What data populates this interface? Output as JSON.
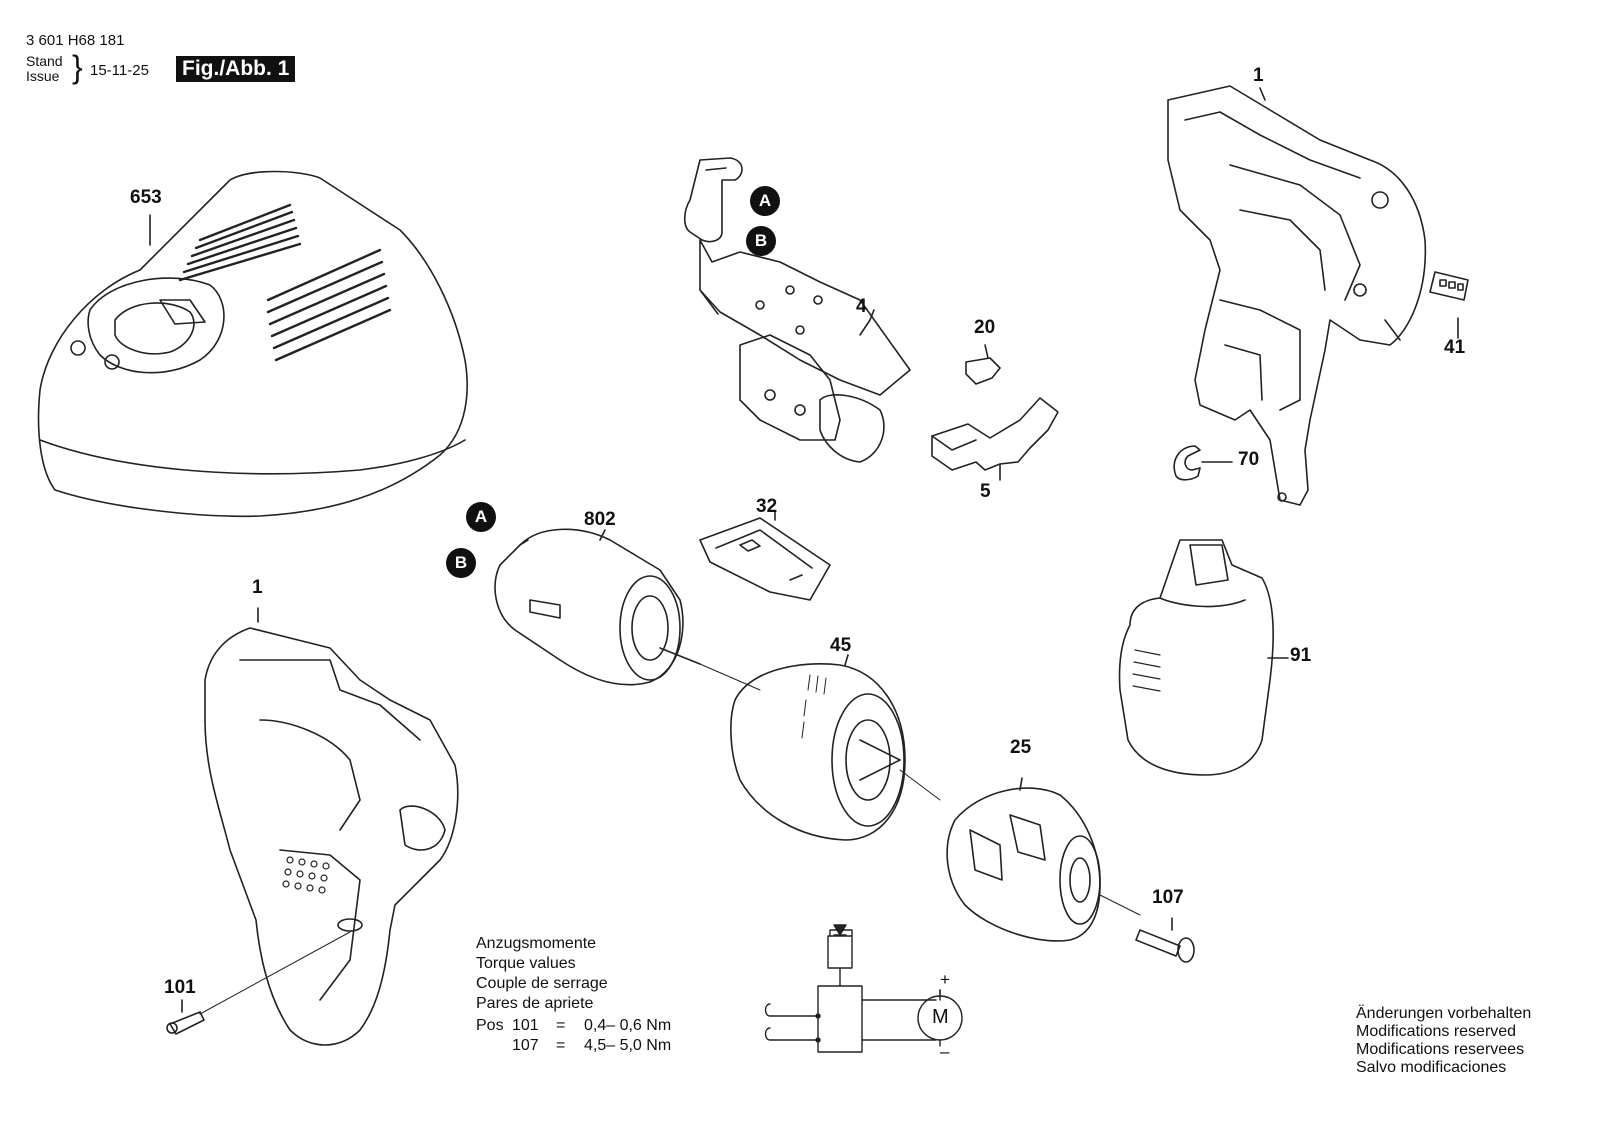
{
  "header": {
    "part_number": "3 601 H68 181",
    "stand_label": "Stand",
    "issue_label": "Issue",
    "brace": "}",
    "date": "15-11-25",
    "figure": "Fig./Abb. 1"
  },
  "callouts": {
    "p653": "653",
    "p4": "4",
    "p20": "20",
    "p5": "5",
    "p1_top": "1",
    "p41": "41",
    "p70": "70",
    "p802": "802",
    "p32": "32",
    "p1_left": "1",
    "p45": "45",
    "p91": "91",
    "p25": "25",
    "p107": "107",
    "p101": "101"
  },
  "connectors": {
    "a1": "A",
    "b1": "B",
    "a2": "A",
    "b2": "B"
  },
  "torque": {
    "lines": [
      "Anzugsmomente",
      "Torque values",
      "Couple de serrage",
      "Pares de apriete"
    ],
    "pos_label": "Pos",
    "rows": [
      {
        "pos": "101",
        "eq": "=",
        "value": "0,4– 0,6 Nm"
      },
      {
        "pos": "107",
        "eq": "=",
        "value": "4,5– 5,0 Nm"
      }
    ]
  },
  "schematic": {
    "motor": "M",
    "plus": "+",
    "minus": "–"
  },
  "disclaimer": {
    "lines": [
      "Änderungen vorbehalten",
      "Modifications reserved",
      "Modifications reservees",
      "Salvo modificaciones"
    ]
  }
}
